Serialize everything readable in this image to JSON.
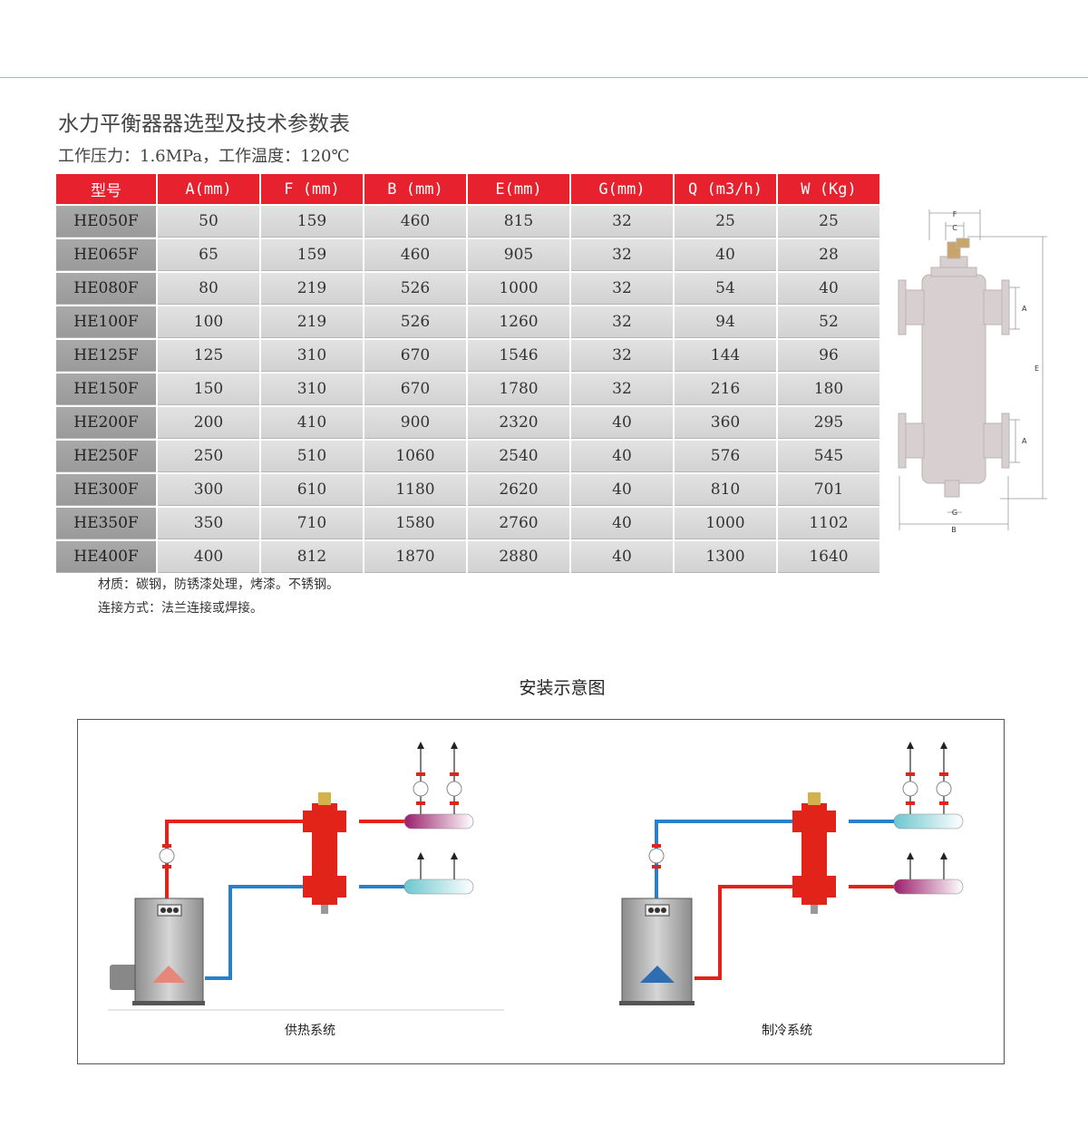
{
  "title": "水力平衡器器选型及技术参数表",
  "subtitle": "工作压力：1.6MPa，工作温度：120℃",
  "table": {
    "headers": [
      "型号",
      "A(mm)",
      "F (mm)",
      "B (mm)",
      "E(mm)",
      "G(mm)",
      "Q (m3/h)",
      "W (Kg)"
    ],
    "rows": [
      [
        "HE050F",
        "50",
        "159",
        "460",
        "815",
        "32",
        "25",
        "25"
      ],
      [
        "HE065F",
        "65",
        "159",
        "460",
        "905",
        "32",
        "40",
        "28"
      ],
      [
        "HE080F",
        "80",
        "219",
        "526",
        "1000",
        "32",
        "54",
        "40"
      ],
      [
        "HE100F",
        "100",
        "219",
        "526",
        "1260",
        "32",
        "94",
        "52"
      ],
      [
        "HE125F",
        "125",
        "310",
        "670",
        "1546",
        "32",
        "144",
        "96"
      ],
      [
        "HE150F",
        "150",
        "310",
        "670",
        "1780",
        "32",
        "216",
        "180"
      ],
      [
        "HE200F",
        "200",
        "410",
        "900",
        "2320",
        "40",
        "360",
        "295"
      ],
      [
        "HE250F",
        "250",
        "510",
        "1060",
        "2540",
        "40",
        "576",
        "545"
      ],
      [
        "HE300F",
        "300",
        "610",
        "1180",
        "2620",
        "40",
        "810",
        "701"
      ],
      [
        "HE350F",
        "350",
        "710",
        "1580",
        "2760",
        "40",
        "1000",
        "1102"
      ],
      [
        "HE400F",
        "400",
        "812",
        "1870",
        "2880",
        "40",
        "1300",
        "1640"
      ]
    ]
  },
  "dimension_labels": {
    "f": "F",
    "c": "C",
    "a_top": "A",
    "e": "E",
    "a_bottom": "A",
    "g": "G",
    "b": "B"
  },
  "notes": {
    "material": "材质：碳钢，防锈漆处理，烤漆。不锈钢。",
    "connection": "连接方式：法兰连接或焊接。"
  },
  "install": {
    "title": "安装示意图",
    "heating_caption": "供热系统",
    "cooling_caption": "制冷系统"
  },
  "colors": {
    "header_red": "#e8212e",
    "hot_pipe": "#e2231a",
    "cold_pipe": "#2a7fc9"
  }
}
